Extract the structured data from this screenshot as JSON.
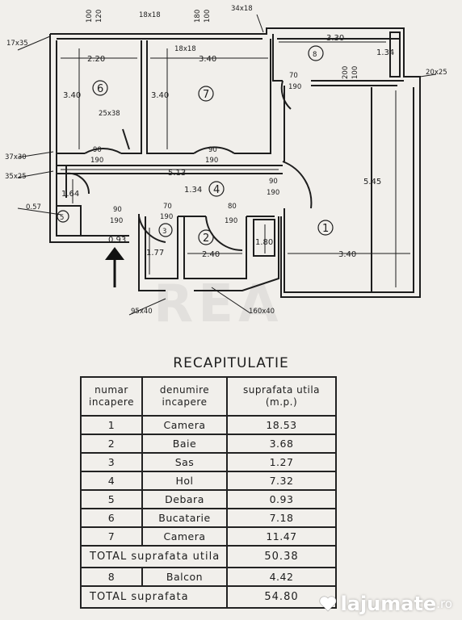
{
  "plan": {
    "labels": {
      "l_100a": "100",
      "l_120": "120",
      "l_18x18a": "18x18",
      "l_180": "180",
      "l_100b": "100",
      "l_34x18": "34x18",
      "l_17x35": "17x35",
      "l_220": "2.20",
      "l_18x18b": "18x18",
      "l_340top": "3.40",
      "l_330": "3.30",
      "l_134a": "1.34",
      "l_room8": "8",
      "l_70a": "70",
      "l_190a": "190",
      "l_200": "200",
      "l_100c": "100",
      "l_20x25": "20x25",
      "l_340l": "3.40",
      "l_room6": "6",
      "l_340m": "3.40",
      "l_room7": "7",
      "l_25x38": "25x38",
      "l_545": "5.45",
      "l_37x30": "37x30",
      "l_90a": "90",
      "l_190b": "190",
      "l_90b": "90",
      "l_190c": "190",
      "l_35x25": "35x25",
      "l_513": "5.13",
      "l_90c": "90",
      "l_190d": "190",
      "l_164": "1.64",
      "l_134b": "1.34",
      "l_room4": "4",
      "l_room1": "1",
      "l_057": "0.57",
      "l_room5": "5",
      "l_90d": "90",
      "l_190e": "190",
      "l_70b": "70",
      "l_190f": "190",
      "l_80": "80",
      "l_190g": "190",
      "l_room3": "3",
      "l_room2": "2",
      "l_093": "0.93",
      "l_180b": "1.80",
      "l_177": "1.77",
      "l_240": "2.40",
      "l_340b": "3.40",
      "l_95x40": "95x40",
      "l_160x40": "160x40"
    }
  },
  "recap": {
    "title": "RECAPITULATIE",
    "headers": [
      "numar incapere",
      "denumire incapere",
      "suprafata utila (m.p.)"
    ],
    "rows": [
      {
        "nr": "1",
        "name": "Camera",
        "area": "18.53"
      },
      {
        "nr": "2",
        "name": "Baie",
        "area": "3.68"
      },
      {
        "nr": "3",
        "name": "Sas",
        "area": "1.27"
      },
      {
        "nr": "4",
        "name": "Hol",
        "area": "7.32"
      },
      {
        "nr": "5",
        "name": "Debara",
        "area": "0.93"
      },
      {
        "nr": "6",
        "name": "Bucatarie",
        "area": "7.18"
      },
      {
        "nr": "7",
        "name": "Camera",
        "area": "11.47"
      }
    ],
    "total_util_label": "TOTAL suprafata utila",
    "total_util_value": "50.38",
    "balcon": {
      "nr": "8",
      "name": "Balcon",
      "area": "4.42"
    },
    "total_label": "TOTAL suprafata",
    "total_value": "54.80"
  },
  "watermark": {
    "brand": "lajumate",
    "tld": ".ro",
    "faint": "REA"
  }
}
